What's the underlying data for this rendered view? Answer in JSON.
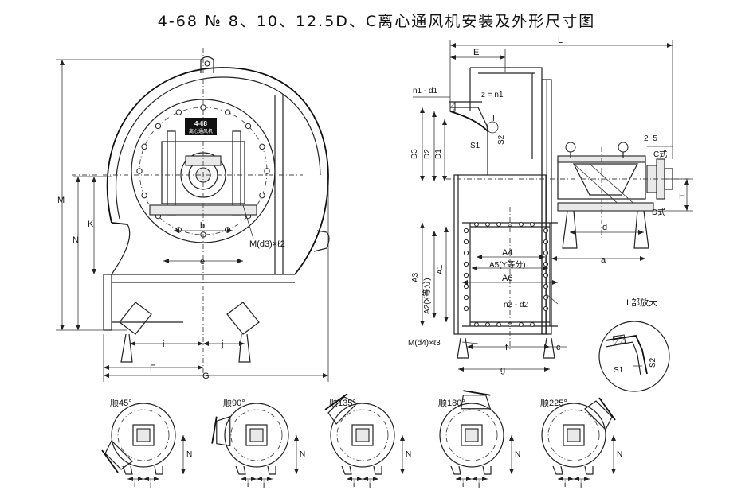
{
  "title": "4-68 № 8、10、12.5D、C离心通风机安装及外形尺寸图",
  "nameplate": {
    "line1": "4-68",
    "line2": "离心通风机"
  },
  "front_view": {
    "dims": {
      "M": "M",
      "N": "N",
      "K": "K",
      "b": "b",
      "e": "e",
      "md3": "M(d3)×ℓ2",
      "i": "i",
      "j": "j",
      "F": "F",
      "G": "G"
    }
  },
  "side_view": {
    "dims": {
      "L": "L",
      "E": "E",
      "n1d1": "n1 - d1",
      "zn1": "z = n1",
      "I": "I",
      "S1": "S1",
      "S2": "S2",
      "D3": "D3",
      "D2": "D2",
      "D1": "D1",
      "two5": "2~5",
      "Cstyle": "C式",
      "Dstyle": "D式",
      "H": "H",
      "d": "d",
      "a": "a",
      "A4": "A4",
      "A5": "A5(Y等分)",
      "A6": "A6",
      "A3": "A3",
      "A1": "A1",
      "A2": "A2(X等分)",
      "n2d2": "n2 - d2",
      "md4": "M(d4)×ℓ3",
      "f": "f",
      "c": "c",
      "g": "g"
    }
  },
  "detail": {
    "label": "I 部放大",
    "S1": "S1",
    "S2": "S2"
  },
  "rotations": [
    {
      "label": "顺45°"
    },
    {
      "label": "顺90°"
    },
    {
      "label": "顺135°"
    },
    {
      "label": "顺180°"
    },
    {
      "label": "顺225°"
    }
  ],
  "rotation_dims": {
    "i": "i",
    "j": "j",
    "N": "N"
  }
}
